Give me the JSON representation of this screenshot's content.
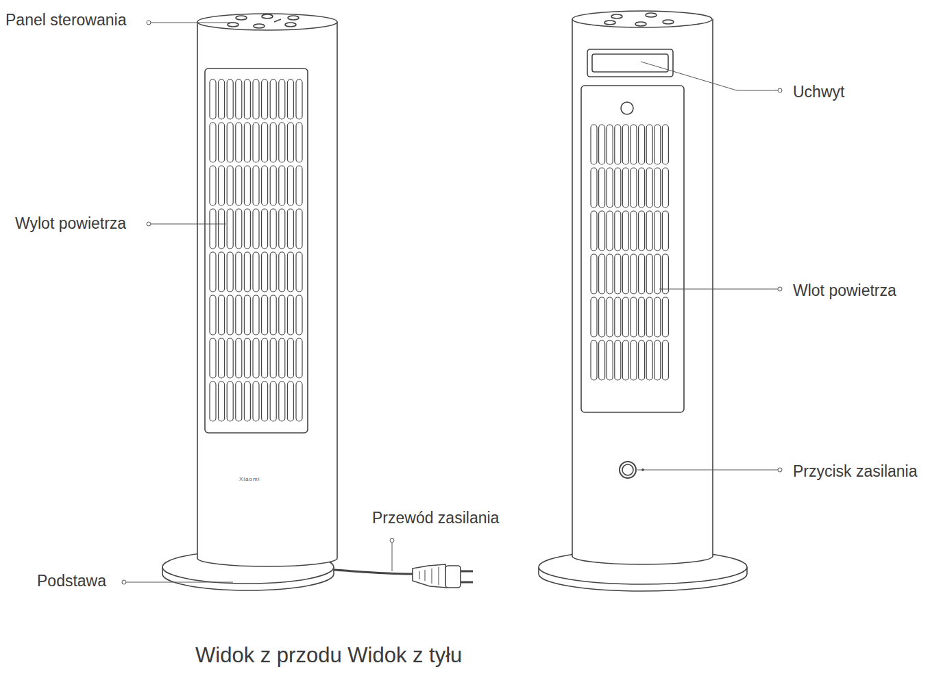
{
  "diagram": {
    "caption": "Widok z przodu Widok z tyłu",
    "labels": [
      "Panel sterowania",
      "Wylot powietrza",
      "Podstawa",
      "Przewód zasilania",
      "Xiaomi",
      "Uchwyt",
      "Wlot powietrza",
      "Przycisk zasilania"
    ]
  }
}
